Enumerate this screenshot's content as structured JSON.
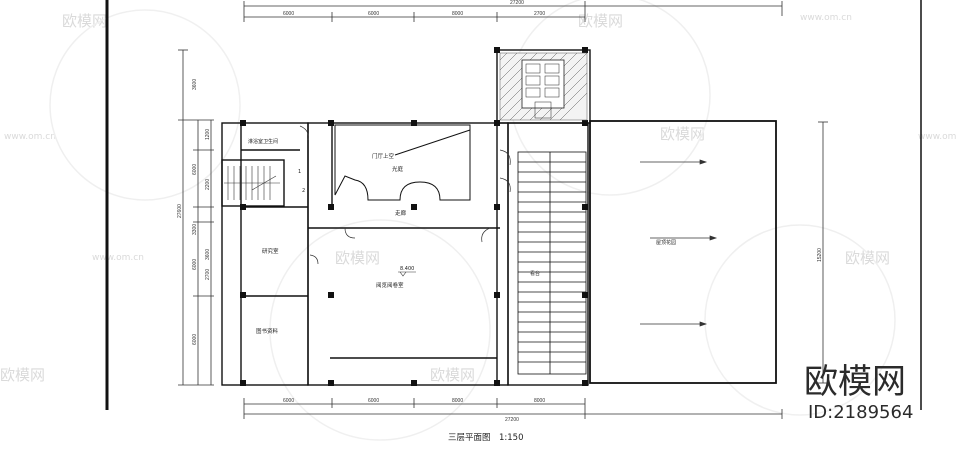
{
  "title": "三层平面图",
  "scale": "1:150",
  "rooms": {
    "shower": "淋浴室卫生间",
    "atrium": "门厅上空",
    "atrium_sub": "光庭",
    "corridor": "走廊",
    "study": "研究室",
    "reading": "阅览阅卷室",
    "archive": "图书资料",
    "terrace": "屋顶花园",
    "stand": "看台"
  },
  "elevation": "8.400",
  "dims_top": [
    "6000",
    "6000",
    "8000",
    "2700"
  ],
  "dims_top_total": "27200",
  "dims_bottom": [
    "6000",
    "6000",
    "8000",
    "8000"
  ],
  "dims_bottom_total": "27200",
  "dims_left_outer": [
    "3600",
    "6000",
    "3300",
    "6000",
    "6000"
  ],
  "dims_left_total": "27600",
  "dims_left_inner": [
    "1200",
    "2200",
    "3600",
    "2700"
  ],
  "dims_right": "15200",
  "stair_marks": [
    "1",
    "2"
  ],
  "watermark_url": "www.om.cn",
  "watermark_text": "欧模网",
  "brand_name": "欧模网",
  "brand_id": "ID:2189564"
}
